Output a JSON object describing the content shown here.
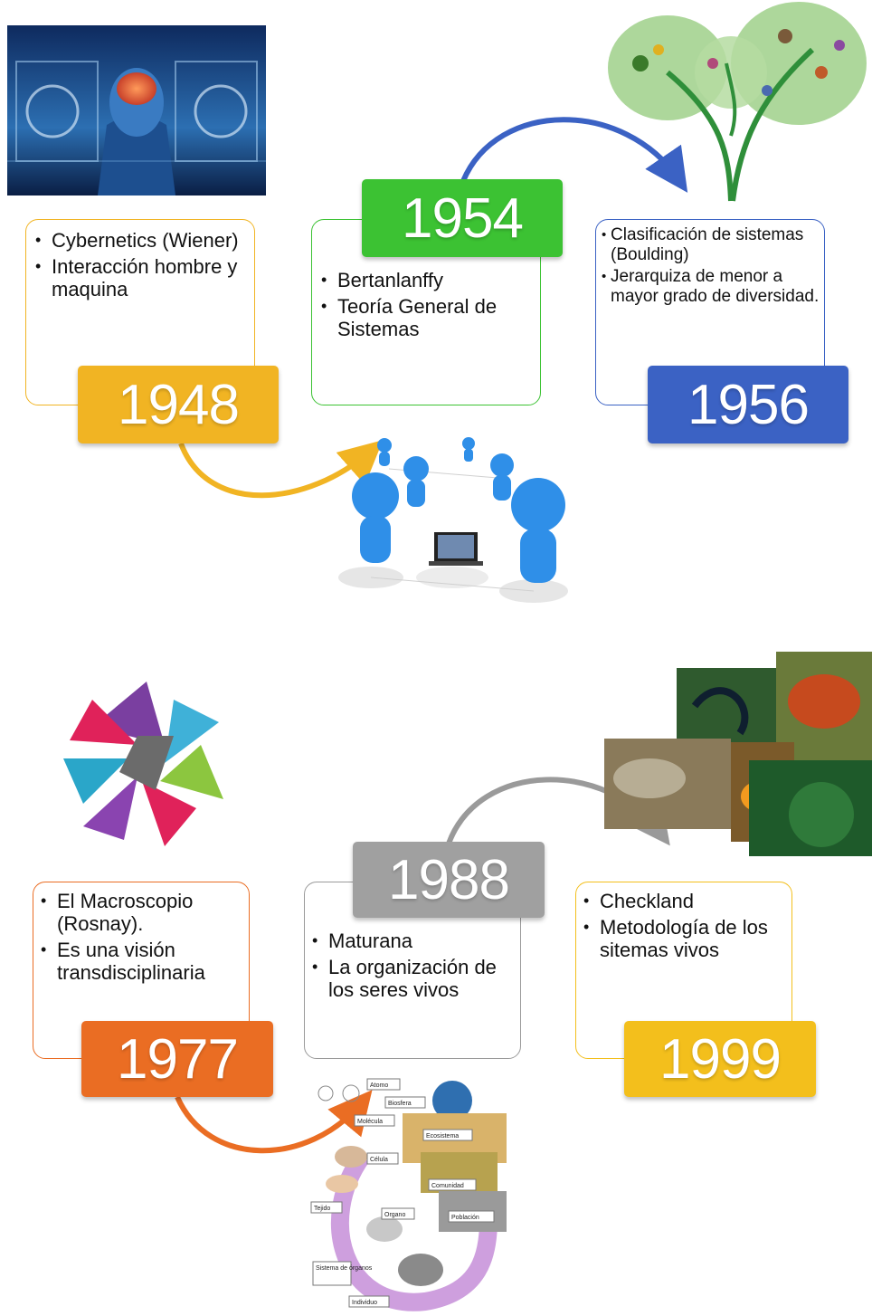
{
  "colors": {
    "y1948": "#f1b423",
    "y1954": "#3cc233",
    "y1956": "#3b62c4",
    "y1977": "#ea6d23",
    "y1988": "#a0a0a0",
    "y1999": "#f3bf1c",
    "brain_bg": "#1a3c7a",
    "tree_green": "#9fd08a",
    "people_blue": "#2f8fe8"
  },
  "top": {
    "e1948": {
      "year": "1948",
      "items": [
        "Cybernetics (Wiener)",
        "Interacción hombre y maquina"
      ]
    },
    "e1954": {
      "year": "1954",
      "items": [
        "Bertanlanffy",
        "Teoría General de Sistemas"
      ]
    },
    "e1956": {
      "year": "1956",
      "items": [
        "Clasificación de sistemas (Boulding)",
        "Jerarquiza de menor a mayor grado de diversidad."
      ]
    }
  },
  "bottom": {
    "e1977": {
      "year": "1977",
      "items": [
        "El Macroscopio (Rosnay).",
        "Es una visión transdisciplinaria"
      ]
    },
    "e1988": {
      "year": "1988",
      "items": [
        "Maturana",
        "La organización de los seres vivos"
      ]
    },
    "e1999": {
      "year": "1999",
      "items": [
        "Checkland",
        "Metodología de los sitemas vivos"
      ]
    }
  },
  "levels": {
    "atomo": "Atomo",
    "biosfera": "Biosfera",
    "molecula": "Molécula",
    "ecosistema": "Ecosistema",
    "celula": "Célula",
    "comunidad": "Comunidad",
    "tejido": "Tejido",
    "organo": "Organo",
    "poblacion": "Población",
    "sistema": "Sistema de órganos",
    "individuo": "Individuo"
  },
  "icons": {
    "brain": "brain-network-icon",
    "tree": "tree-of-life-icon",
    "people": "people-network-icon",
    "star": "star-logo-icon",
    "collage": "nature-collage-icon",
    "levels": "levels-of-organization-icon"
  }
}
